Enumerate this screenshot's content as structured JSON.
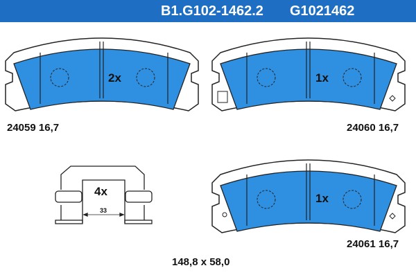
{
  "header": {
    "part_number": "B1.G102-1462.2",
    "code": "G1021462"
  },
  "pads": [
    {
      "id": "24059 16,7",
      "quantity": "2x"
    },
    {
      "id": "24060 16,7",
      "quantity": "1x"
    },
    {
      "id": "24061 16,7",
      "quantity": "1x"
    }
  ],
  "clip": {
    "quantity": "4x",
    "dimension": "33"
  },
  "dimensions": "148,8 x 58,0",
  "colors": {
    "header": "#1e6fc4",
    "friction_material": "#2f8fe0"
  }
}
